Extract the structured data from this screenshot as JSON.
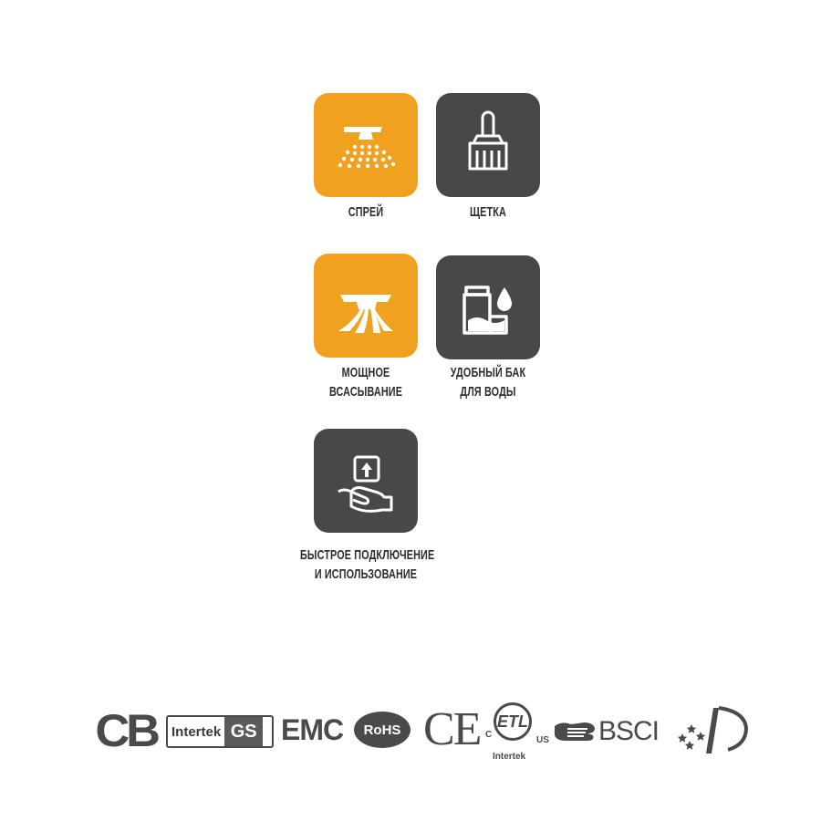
{
  "features": [
    {
      "id": "spray",
      "color": "#f0a11f",
      "icon": "spray-nozzle-icon",
      "lines": [
        "СПРЕЙ"
      ]
    },
    {
      "id": "brush",
      "color": "#4a4747",
      "icon": "brush-icon",
      "lines": [
        "ЩЕТКА"
      ]
    },
    {
      "id": "suction",
      "color": "#f0a11f",
      "icon": "suction-icon",
      "lines": [
        "МОЩНОЕ",
        "ВСАСЫВАНИЕ"
      ]
    },
    {
      "id": "tank",
      "color": "#4a4747",
      "icon": "water-tank-icon",
      "lines": [
        "УДОБНЫЙ БАК",
        "ДЛЯ ВОДЫ"
      ]
    },
    {
      "id": "connect",
      "color": "#4a4747",
      "icon": "hand-connect-icon",
      "lines": [
        "БЫСТРОЕ ПОДКЛЮЧЕНИЕ",
        "И ИСПОЛЬЗОВАНИЕ"
      ]
    }
  ],
  "certifications": {
    "cb": "CB",
    "intertek": "Intertek",
    "gs": "GS",
    "emc": "EMC",
    "rohs": "RoHS",
    "ce": "CE",
    "etl_c": "C",
    "etl_mark": "ETL",
    "etl_us": "US",
    "etl_sub": "Intertek",
    "bsci": "BSCI"
  }
}
